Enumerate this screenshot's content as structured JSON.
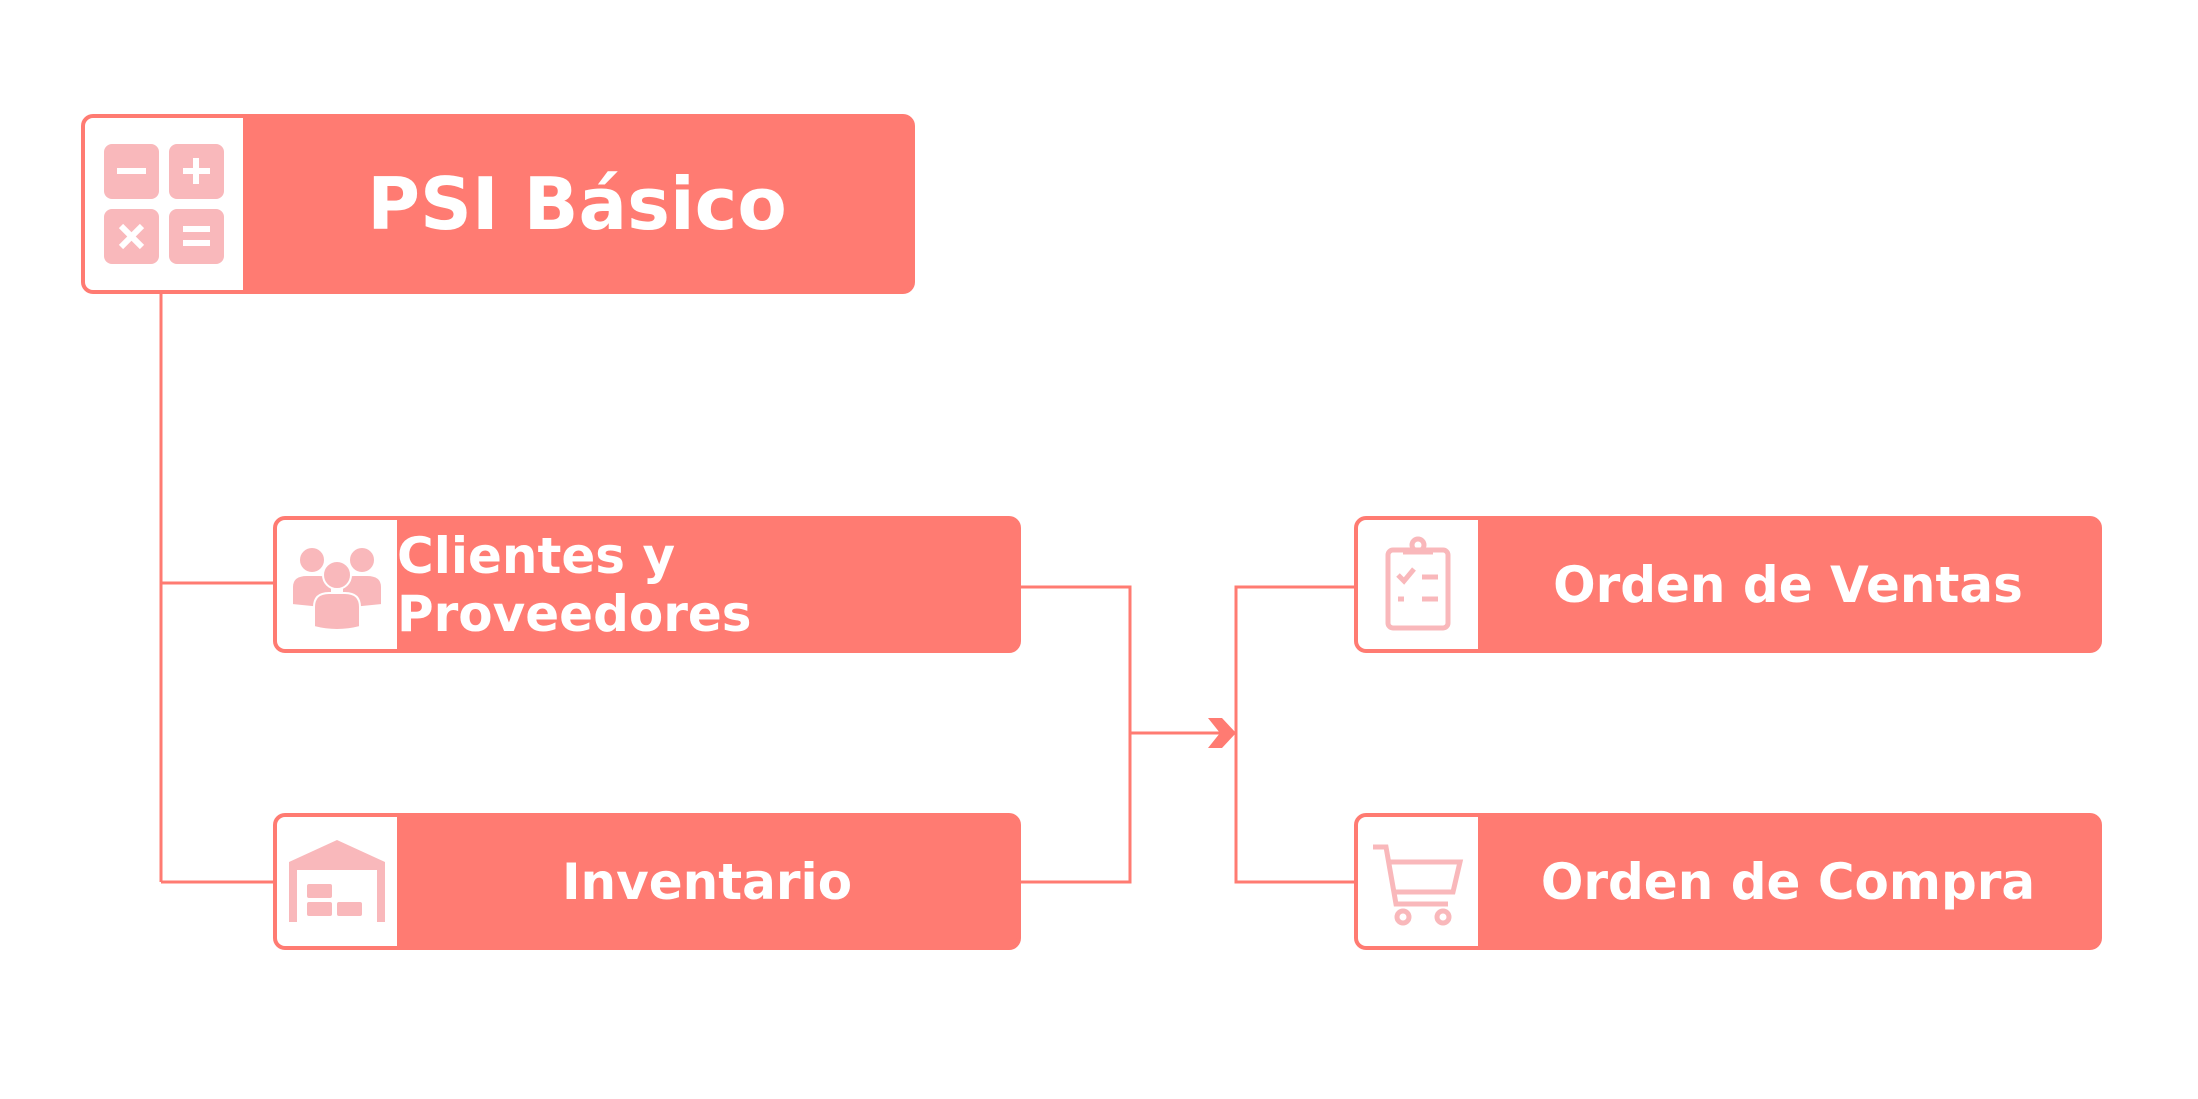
{
  "colors": {
    "primary": "#FF7B72",
    "icon": "#F9B8BB"
  },
  "root": {
    "label": "PSI Básico",
    "icon": "calculator-icon"
  },
  "modules": [
    {
      "label": "Clientes y Proveedores",
      "icon": "users-group-icon"
    },
    {
      "label": "Inventario",
      "icon": "warehouse-icon"
    }
  ],
  "outputs": [
    {
      "label": "Orden de Ventas",
      "icon": "clipboard-checklist-icon"
    },
    {
      "label": "Orden de Compra",
      "icon": "shopping-cart-icon"
    }
  ]
}
